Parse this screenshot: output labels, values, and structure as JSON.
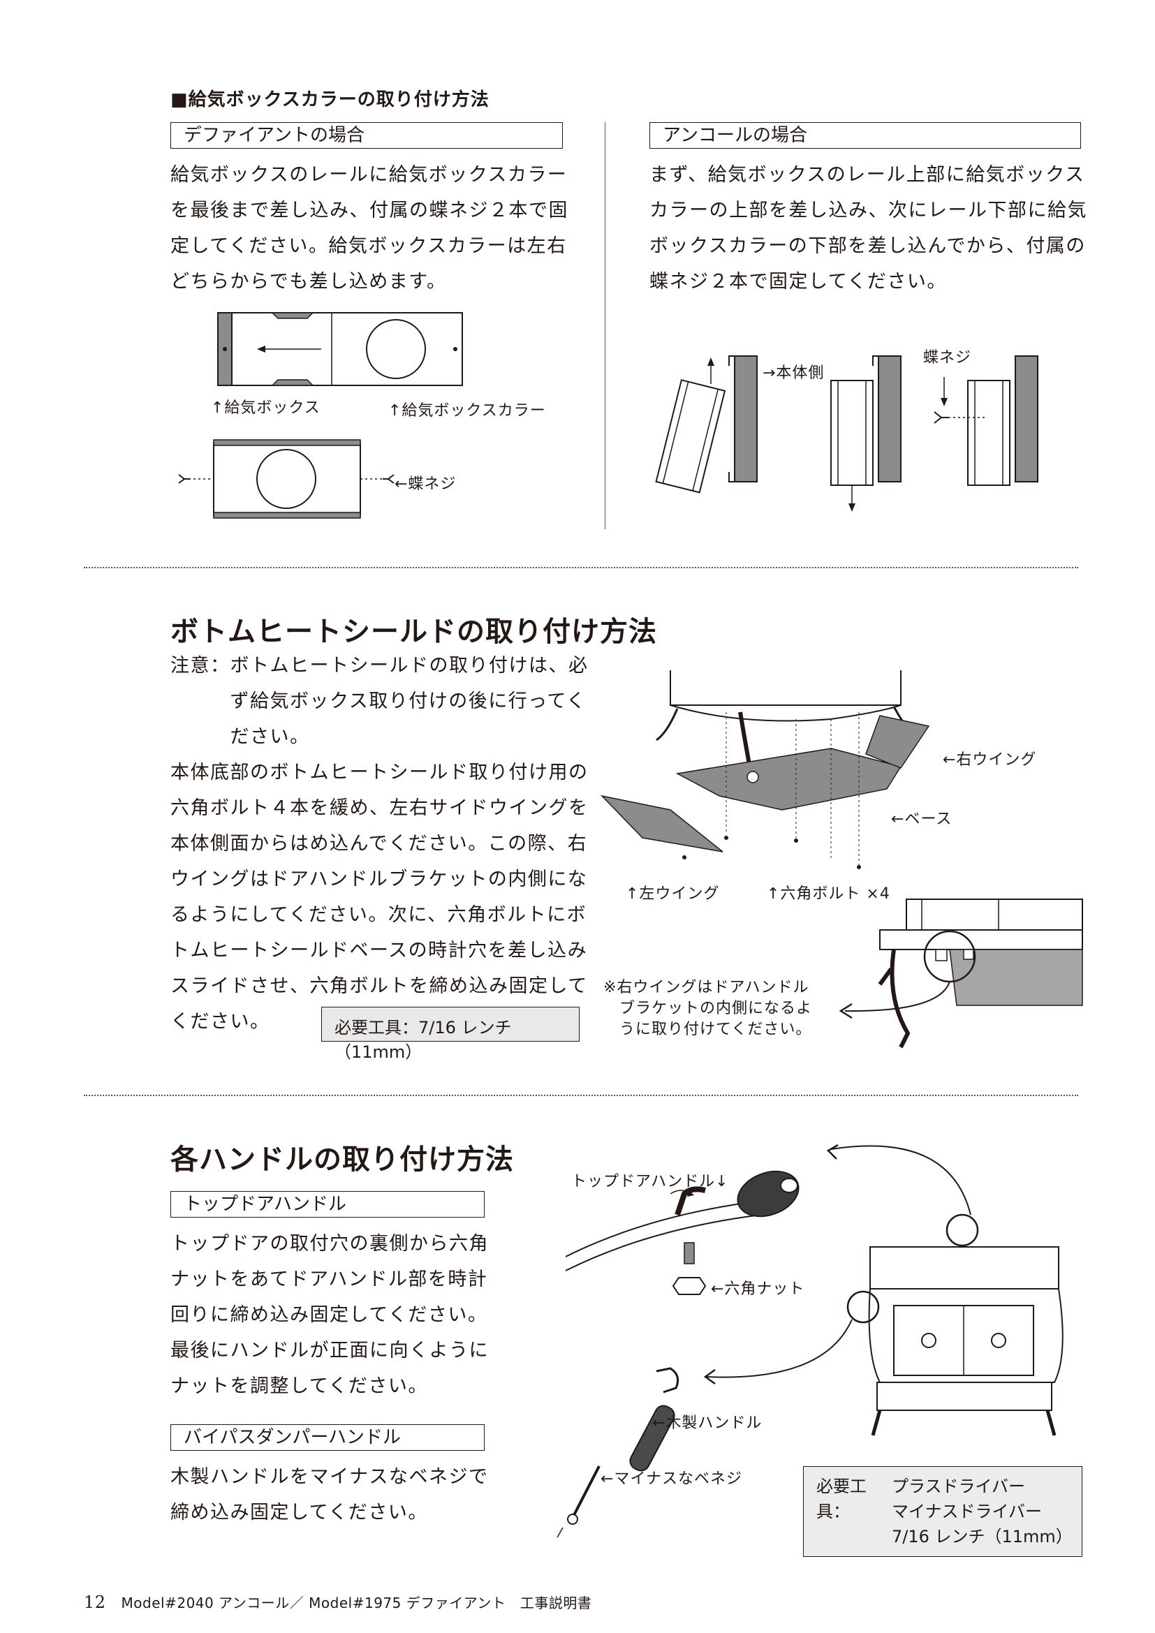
{
  "air_box": {
    "heading": "■給気ボックスカラーの取り付け方法",
    "defiant": {
      "label": "デファイアントの場合",
      "text": "給気ボックスのレールに給気ボックスカラー\nを最後まで差し込み、付属の蝶ネジ２本で固\n定してください。給気ボックスカラーは左右\nどちらからでも差し込めます。",
      "caption_box": "↑給気ボックス",
      "caption_collar": "↑給気ボックスカラー",
      "caption_screw": "←蝶ネジ"
    },
    "encore": {
      "label": "アンコールの場合",
      "text": "まず、給気ボックスのレール上部に給気ボックス\nカラーの上部を差し込み、次にレール下部に給気\nボックスカラーの下部を差し込んでから、付属の\n蝶ネジ２本で固定してください。",
      "caption_body": "→本体側",
      "caption_screw": "蝶ネジ"
    }
  },
  "heat_shield": {
    "title": "ボトムヒートシールドの取り付け方法",
    "text": "注意：ボトムヒートシールドの取り付けは、必\n　　　ず給気ボックス取り付けの後に行ってく\n　　　ださい。\n本体底部のボトムヒートシールド取り付け用の\n六角ボルト４本を緩め、左右サイドウイングを\n本体側面からはめ込んでください。この際、右\nウイングはドアハンドルブラケットの内側にな\nるようにしてください。次に、六角ボルトにボ\nトムヒートシールドベースの時計穴を差し込み\nスライドさせ、六角ボルトを締め込み固定して\nください。",
    "tools": "必要工具：7/16 レンチ（11mm）",
    "caption_right_wing": "←右ウイング",
    "caption_base": "←ベース",
    "caption_left_wing": "↑左ウイング",
    "caption_bolts": "↑六角ボルト ×4",
    "note": "※右ウイングはドアハンドル\n　ブラケットの内側になるよ\n　うに取り付けてください。"
  },
  "handles": {
    "title": "各ハンドルの取り付け方法",
    "top_door": {
      "label": "トップドアハンドル",
      "text": "トップドアの取付穴の裏側から六角\nナットをあてドアハンドル部を時計\n回りに締め込み固定してください。\n最後にハンドルが正面に向くように\nナットを調整してください。",
      "caption_handle": "トップドアハンドル↓",
      "caption_nut": "←六角ナット"
    },
    "bypass": {
      "label": "バイパスダンパーハンドル",
      "text": "木製ハンドルをマイナスなベネジで\n締め込み固定してください。",
      "caption_wood": "←木製ハンドル",
      "caption_screw": "←マイナスなベネジ"
    },
    "tools_title": "必要工具：",
    "tools": [
      "プラスドライバー",
      "マイナスドライバー",
      "7/16 レンチ（11mm）"
    ]
  },
  "footer": {
    "page": "12",
    "text": "Model#2040 アンコール／ Model#1975 デファイアント　工事説明書"
  }
}
